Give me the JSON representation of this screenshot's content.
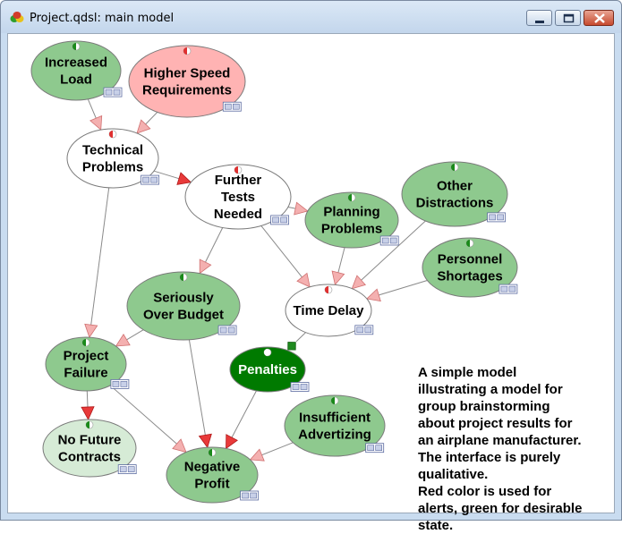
{
  "window": {
    "title": "Project.qdsl: main model"
  },
  "colors": {
    "alert_red": "#ffb3b3",
    "green_dark": "#007a00",
    "green_mid": "#8ec98e",
    "green_light": "#d6ebd6",
    "neutral": "#ffffff",
    "arrow_red": "#f08080"
  },
  "nodes": [
    {
      "id": "increased-load",
      "label": "Increased\nLoad",
      "state": "green_mid"
    },
    {
      "id": "higher-speed-requirements",
      "label": "Higher Speed\nRequirements",
      "state": "alert_red"
    },
    {
      "id": "technical-problems",
      "label": "Technical\nProblems",
      "state": "neutral"
    },
    {
      "id": "further-tests-needed",
      "label": "Further\nTests\nNeeded",
      "state": "neutral"
    },
    {
      "id": "planning-problems",
      "label": "Planning\nProblems",
      "state": "green_mid"
    },
    {
      "id": "other-distractions",
      "label": "Other\nDistractions",
      "state": "green_mid"
    },
    {
      "id": "personnel-shortages",
      "label": "Personnel\nShortages",
      "state": "green_mid"
    },
    {
      "id": "seriously-over-budget",
      "label": "Seriously\nOver Budget",
      "state": "green_mid"
    },
    {
      "id": "time-delay",
      "label": "Time Delay",
      "state": "neutral"
    },
    {
      "id": "project-failure",
      "label": "Project\nFailure",
      "state": "green_mid"
    },
    {
      "id": "penalties",
      "label": "Penalties",
      "state": "green_dark"
    },
    {
      "id": "no-future-contracts",
      "label": "No Future\nContracts",
      "state": "green_light"
    },
    {
      "id": "insufficient-advertizing",
      "label": "Insufficient\nAdvertizing",
      "state": "green_mid"
    },
    {
      "id": "negative-profit",
      "label": "Negative\nProfit",
      "state": "green_mid"
    }
  ],
  "edges": [
    {
      "from": "increased-load",
      "to": "technical-problems",
      "style": "pink"
    },
    {
      "from": "higher-speed-requirements",
      "to": "technical-problems",
      "style": "pink"
    },
    {
      "from": "technical-problems",
      "to": "further-tests-needed",
      "style": "red"
    },
    {
      "from": "technical-problems",
      "to": "project-failure",
      "style": "pink"
    },
    {
      "from": "further-tests-needed",
      "to": "planning-problems",
      "style": "pink"
    },
    {
      "from": "further-tests-needed",
      "to": "seriously-over-budget",
      "style": "pink"
    },
    {
      "from": "further-tests-needed",
      "to": "time-delay",
      "style": "pink"
    },
    {
      "from": "planning-problems",
      "to": "time-delay",
      "style": "pink"
    },
    {
      "from": "other-distractions",
      "to": "time-delay",
      "style": "pink"
    },
    {
      "from": "personnel-shortages",
      "to": "time-delay",
      "style": "pink"
    },
    {
      "from": "time-delay",
      "to": "penalties",
      "style": "green"
    },
    {
      "from": "seriously-over-budget",
      "to": "project-failure",
      "style": "pink"
    },
    {
      "from": "seriously-over-budget",
      "to": "negative-profit",
      "style": "red"
    },
    {
      "from": "project-failure",
      "to": "no-future-contracts",
      "style": "red"
    },
    {
      "from": "project-failure",
      "to": "negative-profit",
      "style": "pink"
    },
    {
      "from": "penalties",
      "to": "negative-profit",
      "style": "red"
    },
    {
      "from": "insufficient-advertizing",
      "to": "negative-profit",
      "style": "pink"
    }
  ],
  "description": "A simple model\nillustrating a model for\ngroup brainstorming\nabout project results for\nan airplane manufacturer.\nThe interface is purely\nqualitative.\nRed color is used for\nalerts, green for desirable\nstate."
}
